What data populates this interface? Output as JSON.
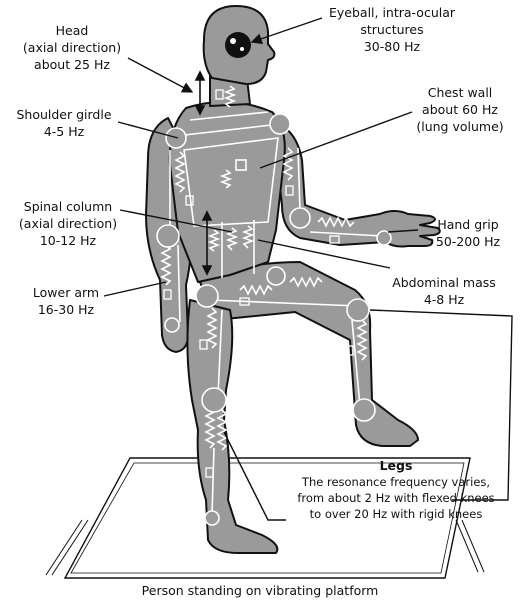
{
  "labels": {
    "head": {
      "line1": "Head",
      "line2": "(axial direction)",
      "line3": "about 25 Hz"
    },
    "eyeball": {
      "line1": "Eyeball, intra-ocular",
      "line2": "structures",
      "line3": "30-80 Hz"
    },
    "shoulder": {
      "line1": "Shoulder girdle",
      "line2": "4-5 Hz"
    },
    "chest": {
      "line1": "Chest wall",
      "line2": "about 60 Hz",
      "line3": "(lung volume)"
    },
    "spine": {
      "line1": "Spinal column",
      "line2": "(axial direction)",
      "line3": "10-12 Hz"
    },
    "hand": {
      "line1": "Hand grip",
      "line2": "50-200 Hz"
    },
    "abdomen": {
      "line1": "Abdominal mass",
      "line2": "4-8 Hz"
    },
    "lowerarm": {
      "line1": "Lower arm",
      "line2": "16-30 Hz"
    },
    "legs": {
      "title": "Legs",
      "line1": "The resonance frequency varies,",
      "line2": "from about 2 Hz with flexed knees",
      "line3": "to over 20 Hz with rigid knees"
    }
  },
  "caption": "Person standing on vibrating platform",
  "colors": {
    "body_fill": "#9a9a9a",
    "outline": "#111111",
    "joint_fill": "#b9b9b9"
  }
}
